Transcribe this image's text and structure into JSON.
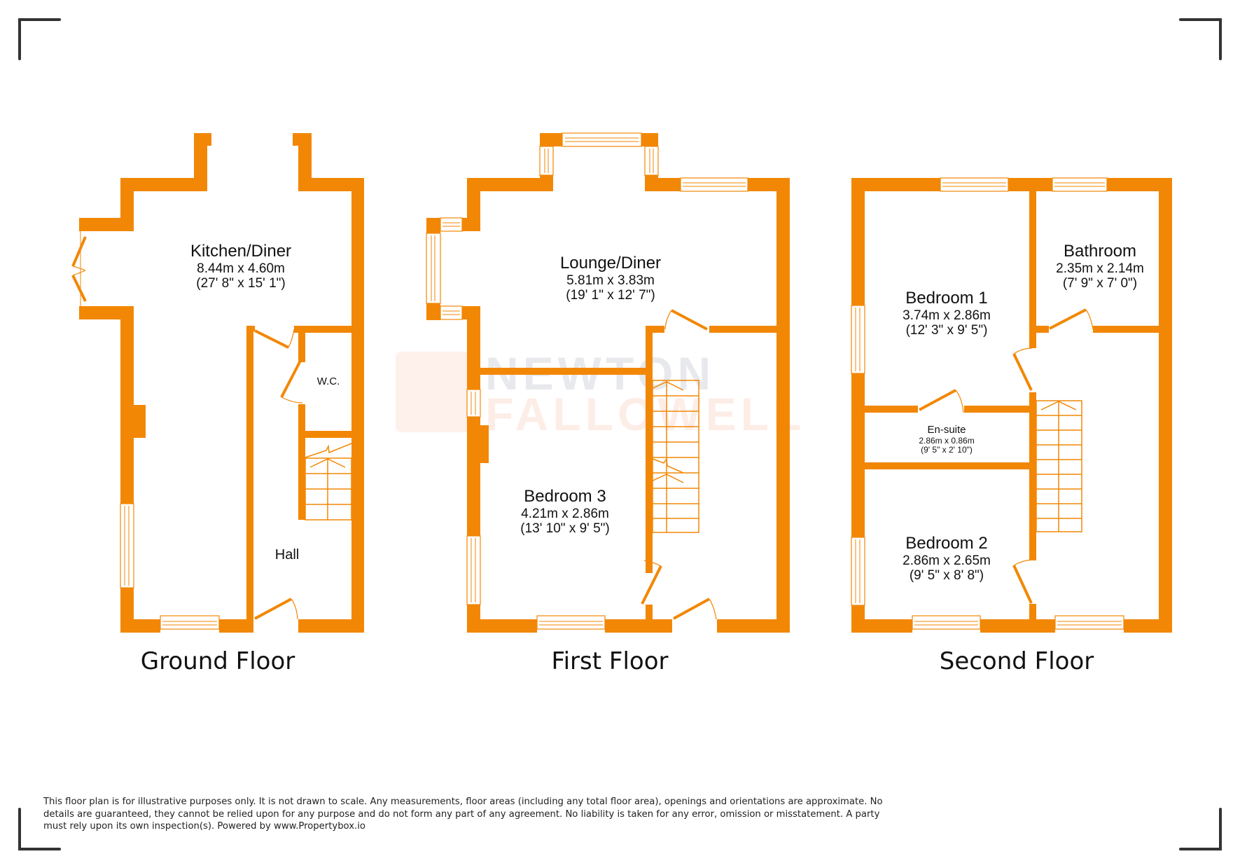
{
  "brand": {
    "watermark_line1": "NEWTON",
    "watermark_line2": "FALLOWELL",
    "wall_color": "#f28705"
  },
  "floors": [
    {
      "title": "Ground Floor",
      "rooms": [
        {
          "name": "Kitchen/Diner",
          "metric": "8.44m x 4.60m",
          "imperial": "(27' 8\" x 15' 1\")"
        },
        {
          "name": "W.C."
        },
        {
          "name": "Hall"
        }
      ]
    },
    {
      "title": "First Floor",
      "rooms": [
        {
          "name": "Lounge/Diner",
          "metric": "5.81m x 3.83m",
          "imperial": "(19' 1\" x 12' 7\")"
        },
        {
          "name": "Bedroom 3",
          "metric": "4.21m x 2.86m",
          "imperial": "(13' 10\" x 9' 5\")"
        }
      ]
    },
    {
      "title": "Second Floor",
      "rooms": [
        {
          "name": "Bedroom 1",
          "metric": "3.74m x 2.86m",
          "imperial": "(12' 3\" x 9' 5\")"
        },
        {
          "name": "Bathroom",
          "metric": "2.35m x 2.14m",
          "imperial": "(7' 9\" x 7' 0\")"
        },
        {
          "name": "En-suite",
          "metric": "2.86m x 0.86m",
          "imperial": "(9' 5\" x 2' 10\")"
        },
        {
          "name": "Bedroom 2",
          "metric": "2.86m x 2.65m",
          "imperial": "(9' 5\" x 8' 8\")"
        }
      ]
    }
  ],
  "disclaimer": "This floor plan is for illustrative purposes only. It is not drawn to scale. Any measurements, floor areas (including any total floor area), openings and orientations are approximate. No details are guaranteed, they cannot be relied upon for any purpose and do not form any part of any agreement. No liability is taken for any error, omission or misstatement. A party must rely upon its own inspection(s). Powered by www.Propertybox.io"
}
